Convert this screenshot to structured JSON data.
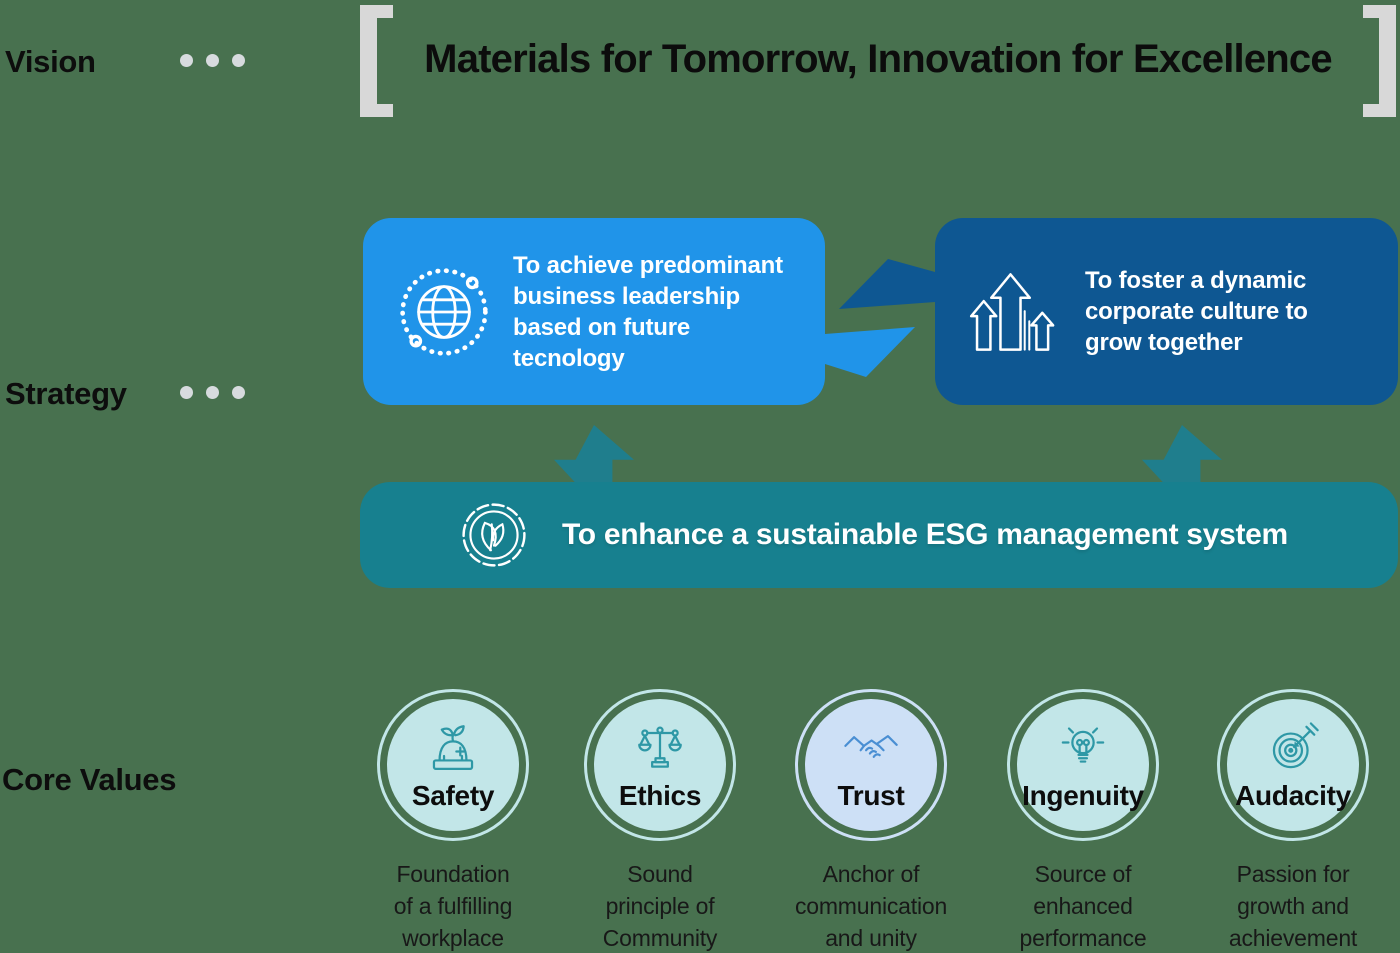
{
  "page": {
    "background_color": "#48714f"
  },
  "vision": {
    "label": "Vision",
    "title": "Materials for Tomorrow, Innovation for Excellence",
    "bracket_color": "#d8d8d8"
  },
  "strategy": {
    "label": "Strategy",
    "boxes": [
      {
        "icon": "globe-network-icon",
        "color": "#2094e9",
        "lines": [
          "To achieve predominant",
          "business leadership",
          "based on future",
          "tecnology"
        ]
      },
      {
        "icon": "growth-arrows-icon",
        "color": "#0e5792",
        "lines": [
          "To foster a dynamic",
          "corporate culture to",
          "grow together"
        ]
      }
    ],
    "swap_arrows": {
      "dark_color": "#0e5792",
      "light_color": "#2094e9"
    },
    "up_arrow_color": "#1f7e8d",
    "esg_banner": {
      "icon": "leaf-badge-icon",
      "color": "#17808f",
      "text": "To enhance a sustainable ESG management system"
    }
  },
  "core_values": {
    "label": "Core Values",
    "items": [
      {
        "name": "Safety",
        "icon": "safety-helmet-sprout-icon",
        "description": [
          "Foundation",
          "of a fulfilling",
          "workplace"
        ],
        "fill": "#c2e6e8",
        "icon_color": "#2e98a6"
      },
      {
        "name": "Ethics",
        "icon": "balance-scale-icon",
        "description": [
          "Sound",
          "principle of",
          "Community"
        ],
        "fill": "#c2e6e8",
        "icon_color": "#2e98a6"
      },
      {
        "name": "Trust",
        "icon": "handshake-icon",
        "description": [
          "Anchor of",
          "communication",
          "and unity"
        ],
        "fill": "#cde0f6",
        "icon_color": "#4a8fd3"
      },
      {
        "name": "Ingenuity",
        "icon": "lightbulb-icon",
        "description": [
          "Source of",
          "enhanced",
          "performance"
        ],
        "fill": "#c2e6e8",
        "icon_color": "#2e98a6"
      },
      {
        "name": "Audacity",
        "icon": "target-dart-icon",
        "description": [
          "Passion for",
          "growth and",
          "achievement"
        ],
        "fill": "#c2e6e8",
        "icon_color": "#2e98a6"
      }
    ]
  }
}
